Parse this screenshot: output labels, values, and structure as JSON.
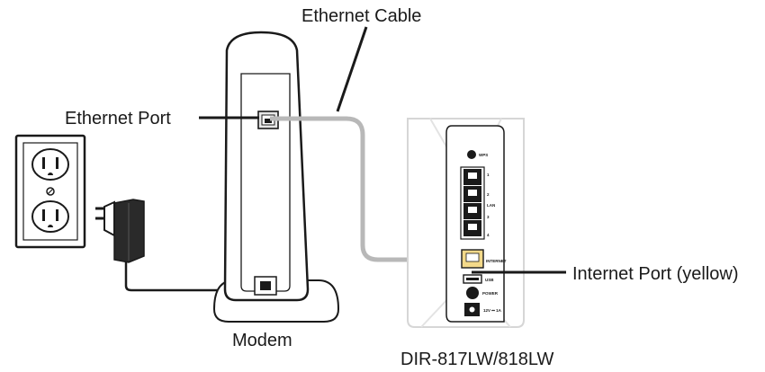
{
  "labels": {
    "ethernet_cable": "Ethernet Cable",
    "ethernet_port": "Ethernet Port",
    "modem": "Modem",
    "internet_port": "Internet Port (yellow)",
    "router_model": "DIR-817LW/818LW"
  },
  "router_panel": {
    "wps": "WPS",
    "lan": "LAN",
    "ports": [
      "1",
      "2",
      "3",
      "4"
    ],
    "internet": "INTERNET",
    "usb": "USB",
    "power": "POWER",
    "dc_in": "12V ⎓ 1A"
  },
  "colors": {
    "internet_port": "#f3d98a",
    "cable": "#b8b8b8",
    "outline": "#1a1a1a"
  }
}
